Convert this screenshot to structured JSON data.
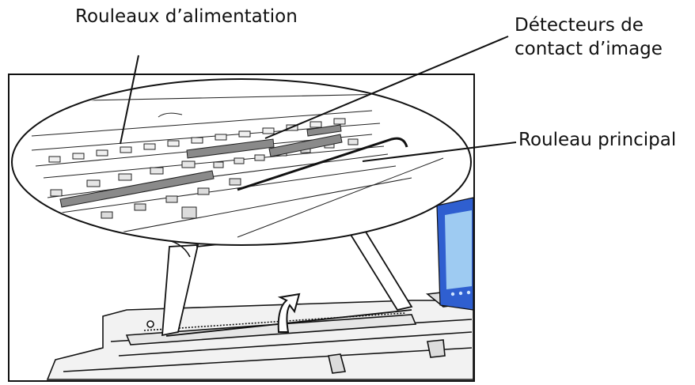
{
  "labels": {
    "feed_rollers": "Rouleaux d’alimentation",
    "contact_image_sensors_line1": "Détecteurs de",
    "contact_image_sensors_line2": "contact d’image",
    "main_roller": "Rouleau principal"
  },
  "colors": {
    "line": "#111111",
    "sensor_bar": "#8a8a8a",
    "screen_blue": "#2f5fd0",
    "screen_light": "#9ecbf2"
  }
}
